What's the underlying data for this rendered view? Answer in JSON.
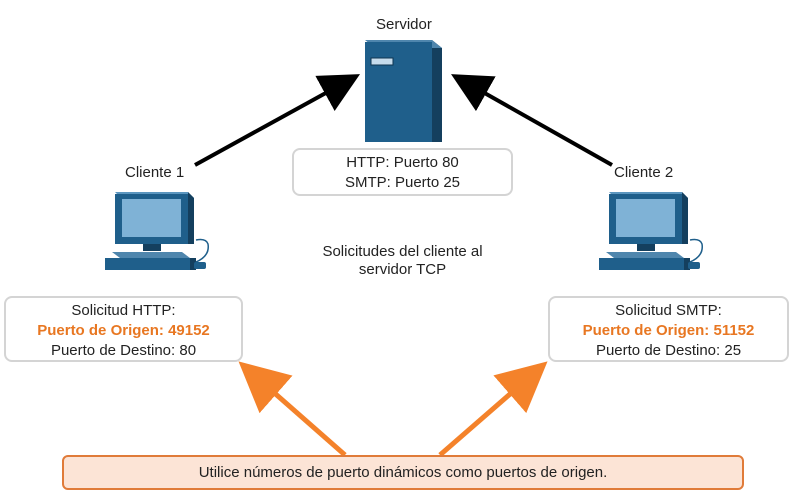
{
  "server": {
    "label": "Servidor",
    "ports": [
      "HTTP: Puerto 80",
      "SMTP: Puerto 25"
    ]
  },
  "client1": {
    "label": "Cliente 1",
    "request_title": "Solicitud HTTP:",
    "source_port": "Puerto de Origen: 49152",
    "dest_port": "Puerto de Destino: 80"
  },
  "client2": {
    "label": "Cliente 2",
    "request_title": "Solicitud SMTP:",
    "source_port": "Puerto de Origen: 51152",
    "dest_port": "Puerto de Destino: 25"
  },
  "center_caption": "Solicitudes del cliente al servidor TCP",
  "note": "Utilice números de puerto dinámicos como puertos de origen.",
  "colors": {
    "device_blue": "#1f5f8b",
    "accent_orange": "#e87722",
    "note_fill": "#fce4d6",
    "arrow_black": "#000000"
  }
}
